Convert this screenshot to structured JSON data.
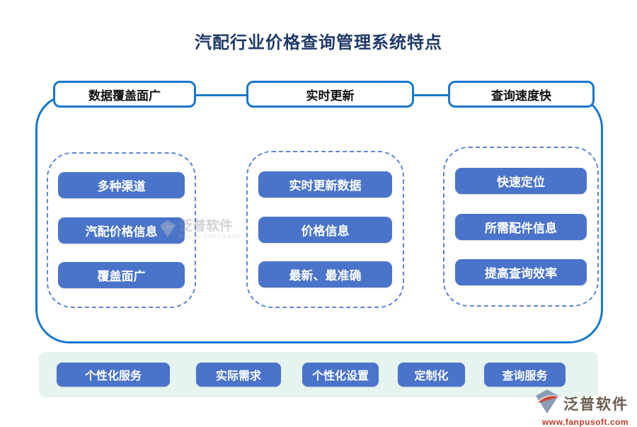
{
  "title": "汽配行业价格查询管理系统特点",
  "columns": [
    {
      "header": "数据覆盖面广",
      "items": [
        "多种渠道",
        "汽配价格信息",
        "覆盖面广"
      ]
    },
    {
      "header": "实时更新",
      "items": [
        "实时更新数据",
        "价格信息",
        "最新、最准确"
      ]
    },
    {
      "header": "查询速度快",
      "items": [
        "快速定位",
        "所需配件信息",
        "提高查询效率"
      ]
    }
  ],
  "footer_tags": [
    "个性化服务",
    "实际需求",
    "个性化设置",
    "定制化",
    "查询服务"
  ],
  "watermark": {
    "name": "泛普软件",
    "subtitle": "FANPU SOFTWARE",
    "icon": "fanpu-logo-icon"
  },
  "brand": {
    "name": "泛普软件",
    "url": "www.fanpusoft.com",
    "icon": "fanpu-logo-icon"
  },
  "colors": {
    "title_text": "#1f3a68",
    "outline_blue": "#1778cc",
    "dashed_blue": "#5b87d5",
    "button_blue": "#4a74ca",
    "strip_mint": "#e6f3ee",
    "brand_text": "#6a5d4e",
    "brand_url_red": "#c03a28"
  }
}
